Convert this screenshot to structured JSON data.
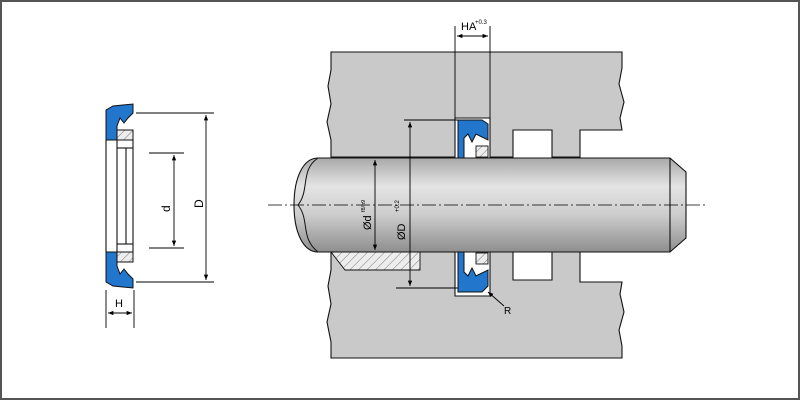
{
  "labels": {
    "small_d": "d",
    "big_D": "D",
    "height_H": "H",
    "groove_HA": "HA",
    "groove_HA_tol": "+0.3",
    "shaft_d": "Ød",
    "shaft_d_tol": "f8/h9",
    "bore_D": "ØD",
    "bore_D_tol": "+0.2",
    "radius_R": "R"
  },
  "colors": {
    "seal_blue": "#2277cc",
    "housing_gray": "#c9c9c9",
    "shaft_gray": "#cfcfcf",
    "line_black": "#111111",
    "frame_border": "#555555"
  }
}
